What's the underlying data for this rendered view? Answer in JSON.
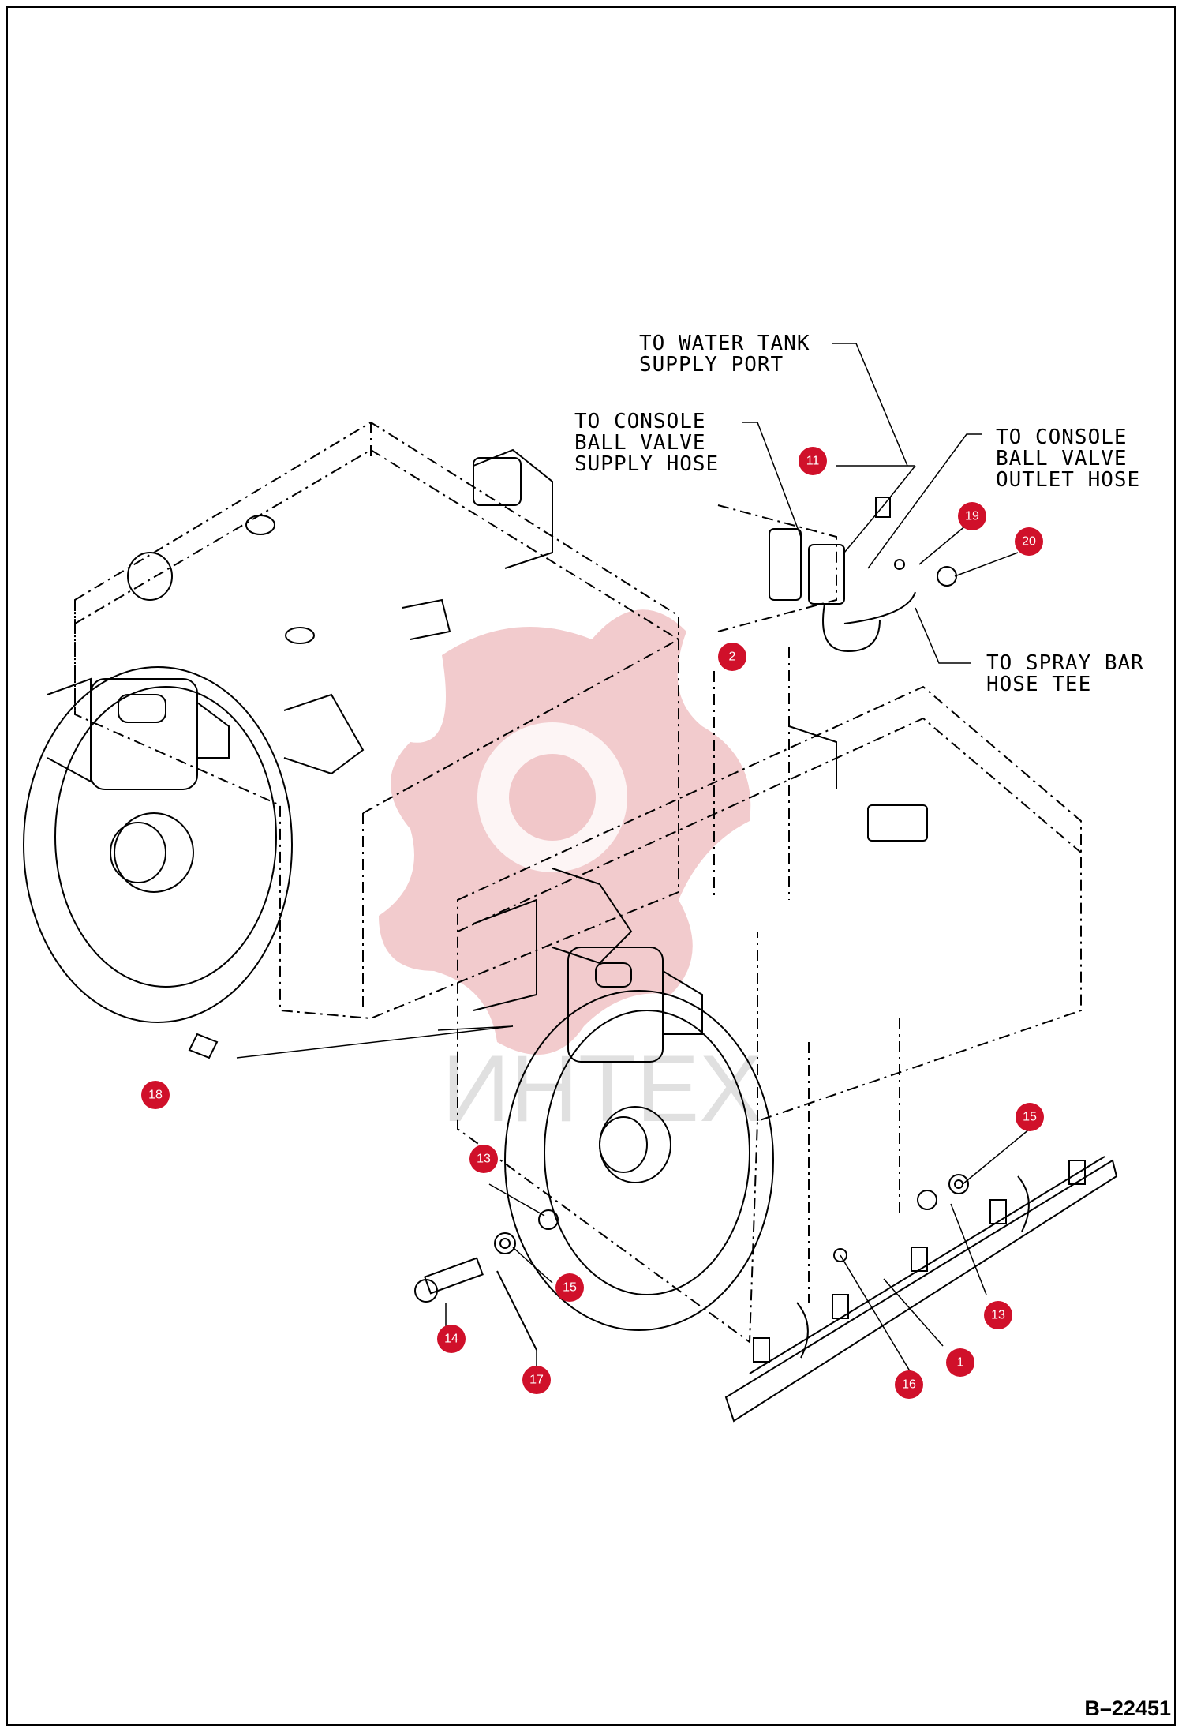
{
  "callouts": [
    {
      "id": "water-tank",
      "lines": [
        "TO WATER TANK",
        "SUPPLY PORT"
      ]
    },
    {
      "id": "console-supply",
      "lines": [
        "TO CONSOLE",
        "BALL VALVE",
        "SUPPLY HOSE"
      ]
    },
    {
      "id": "console-outlet",
      "lines": [
        "TO CONSOLE",
        "BALL VALVE",
        "OUTLET HOSE"
      ]
    },
    {
      "id": "spray-bar",
      "lines": [
        "TO SPRAY BAR",
        "HOSE TEE"
      ]
    }
  ],
  "part_numbers": [
    "11",
    "19",
    "20",
    "2",
    "18",
    "13",
    "15",
    "14",
    "17",
    "13",
    "16",
    "1",
    "15"
  ],
  "watermark_text": "ИНТЕХ",
  "reference": "B–22451",
  "colors": {
    "badge": "#d0102a",
    "watermark": "#e8a0a4"
  }
}
